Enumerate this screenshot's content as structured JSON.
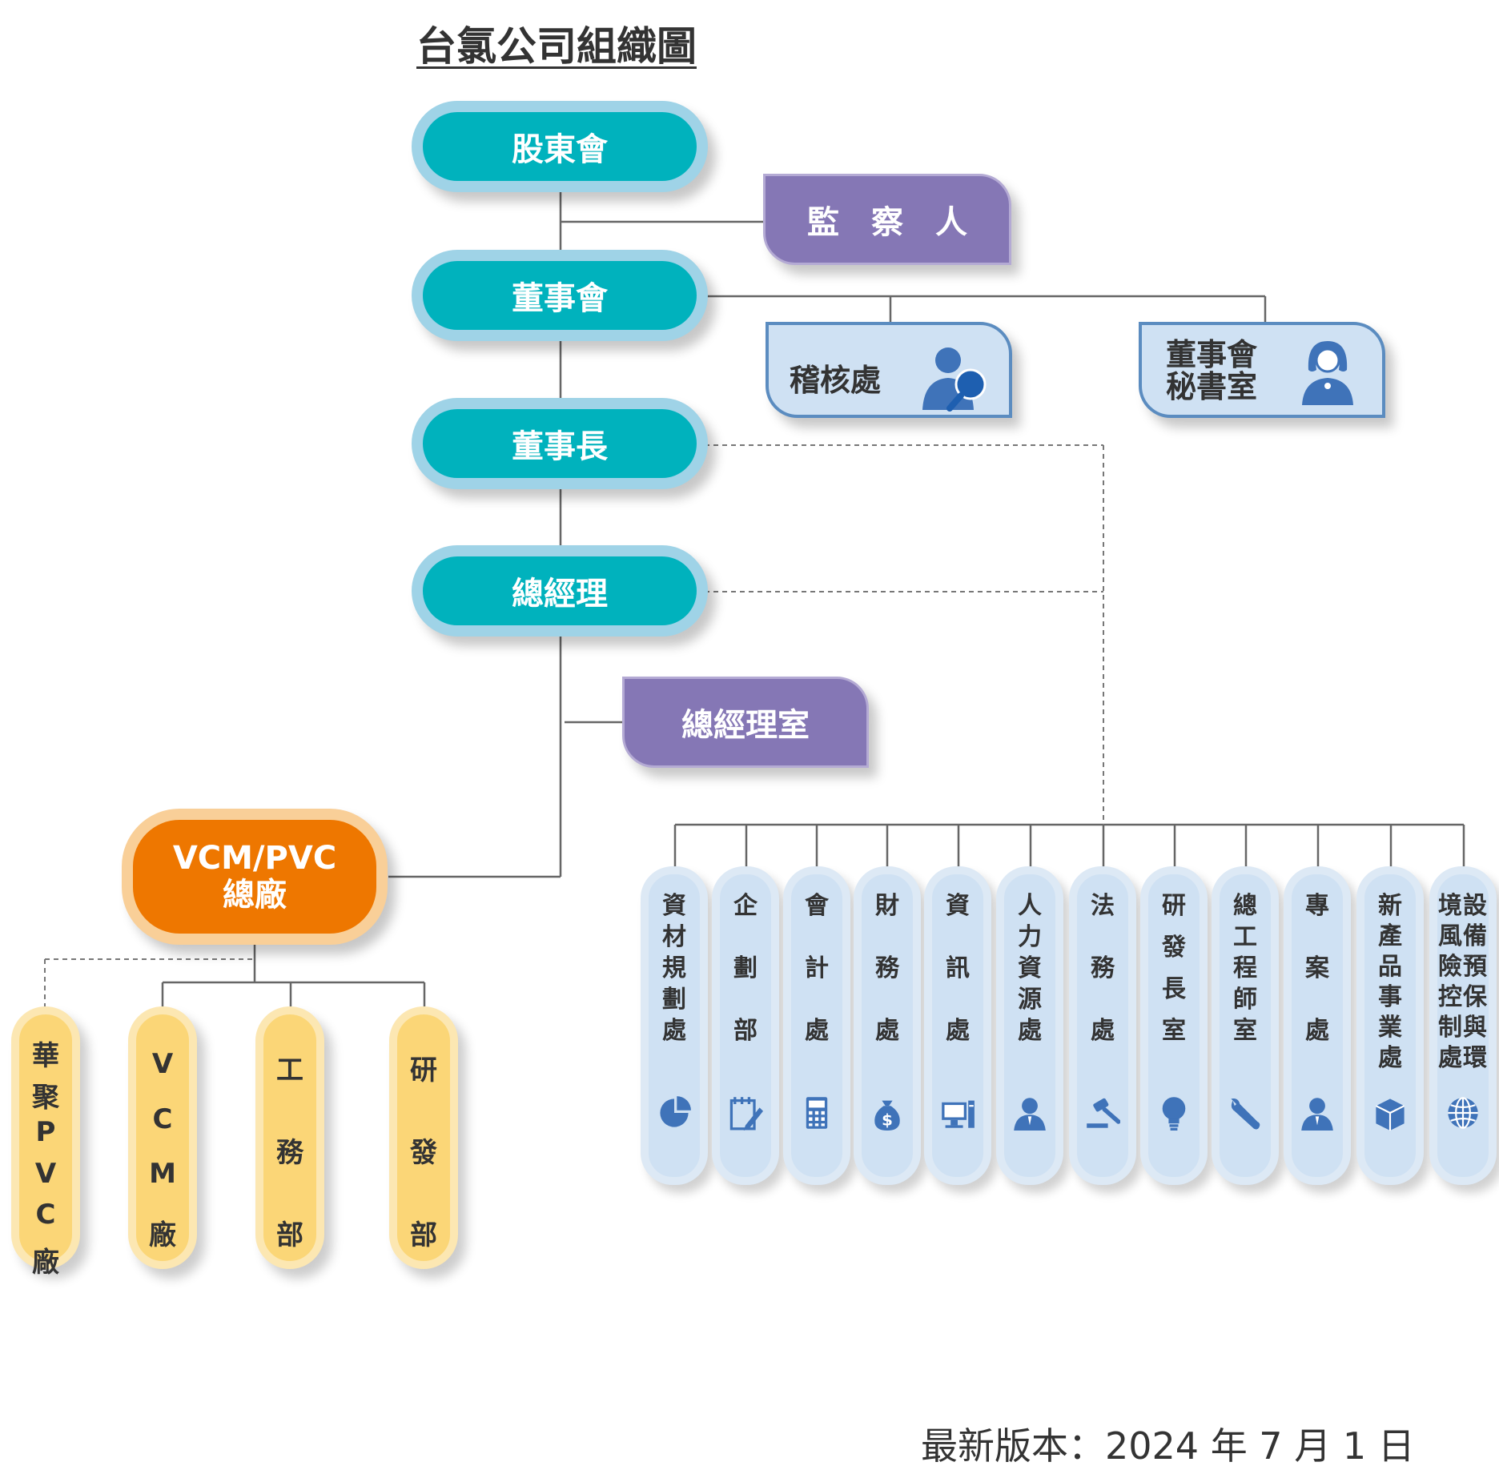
{
  "title": "台氯公司組織圖",
  "chain": [
    "股東會",
    "董事會",
    "董事長",
    "總經理"
  ],
  "supervisor": "監　察　人",
  "gm_office": "總經理室",
  "audit": "稽核處",
  "board_secretary": [
    "董事會",
    "秘書室"
  ],
  "plant": {
    "line1": "VCM/PVC",
    "line2": "總廠"
  },
  "plant_units": [
    {
      "chars": [
        "華",
        "聚",
        "P",
        "V",
        "C",
        "廠"
      ]
    },
    {
      "chars": [
        "V",
        "C",
        "M",
        "廠"
      ]
    },
    {
      "chars": [
        "工",
        "務",
        "部"
      ]
    },
    {
      "chars": [
        "研",
        "發",
        "部"
      ]
    }
  ],
  "departments": [
    {
      "chars": [
        "資",
        "材",
        "規",
        "劃",
        "處"
      ],
      "icon": "pie-chart-icon"
    },
    {
      "chars": [
        "企",
        "劃",
        "部"
      ],
      "icon": "notepad-icon"
    },
    {
      "chars": [
        "會",
        "計",
        "處"
      ],
      "icon": "calculator-icon"
    },
    {
      "chars": [
        "財",
        "務",
        "處"
      ],
      "icon": "money-bag-icon"
    },
    {
      "chars": [
        "資",
        "訊",
        "處"
      ],
      "icon": "computer-icon"
    },
    {
      "chars": [
        "人",
        "力",
        "資",
        "源",
        "處"
      ],
      "icon": "person-icon"
    },
    {
      "chars": [
        "法",
        "務",
        "處"
      ],
      "icon": "gavel-icon"
    },
    {
      "chars": [
        "研",
        "發",
        "長",
        "室"
      ],
      "icon": "lightbulb-icon"
    },
    {
      "chars": [
        "總",
        "工",
        "程",
        "師",
        "室"
      ],
      "icon": "wrench-icon"
    },
    {
      "chars": [
        "專",
        "案",
        "處"
      ],
      "icon": "person-icon"
    },
    {
      "chars": [
        "新",
        "產",
        "品",
        "事",
        "業",
        "處"
      ],
      "icon": "box-icon"
    },
    {
      "cols": [
        [
          "境",
          "風",
          "險",
          "控",
          "制",
          "處"
        ],
        [
          "設",
          "備",
          "預",
          "保",
          "與",
          "環"
        ]
      ],
      "icon": "globe-icon"
    }
  ],
  "version": "最新版本：2024 年 7 月 1 日",
  "colors": {
    "teal": "#00b2bd",
    "purple": "#8577b5",
    "orange": "#ee7700",
    "yellow": "#fbd677",
    "lightblue": "#cfe1f3",
    "icon_blue": "#3f73b9"
  }
}
